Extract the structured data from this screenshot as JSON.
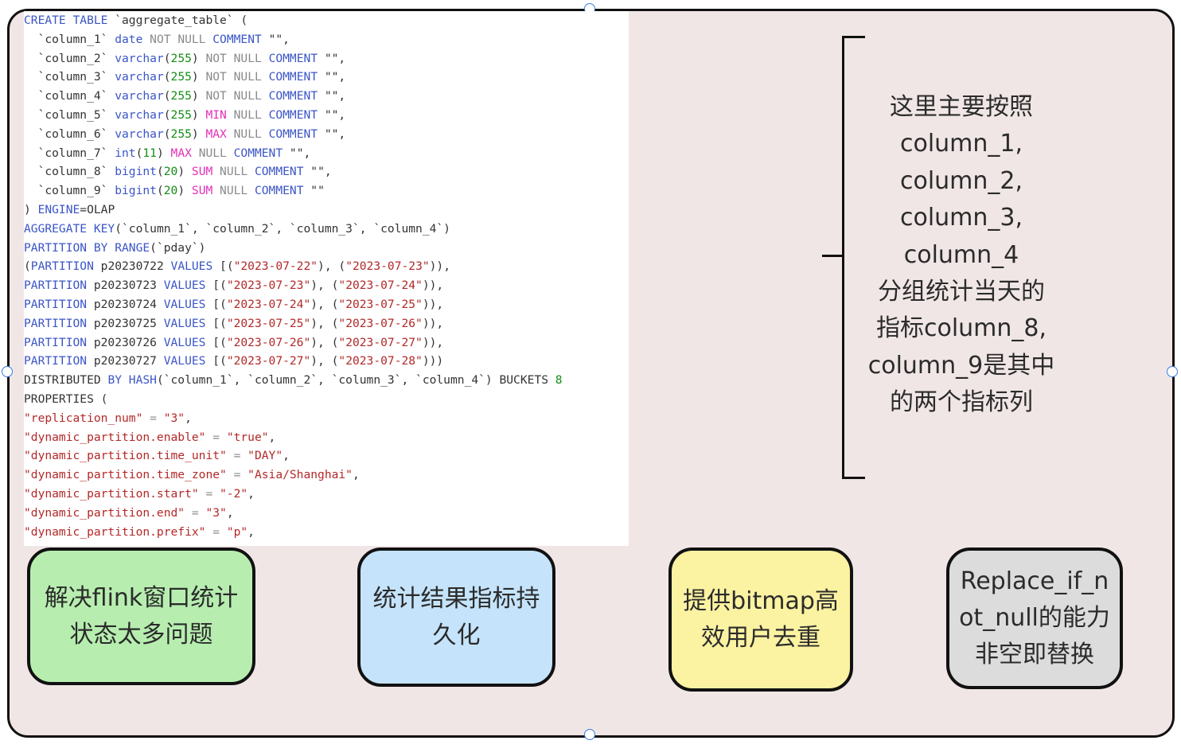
{
  "colors": {
    "frame_bg": "#f1e6e6",
    "keyword": "#3b55c6",
    "string": "#b32828",
    "agg_func": "#e32fb8",
    "dim": "#8a8a8a",
    "number": "#148c14",
    "plain": "#333333",
    "box_green": "#b7eeb0",
    "box_blue": "#c5e4fb",
    "box_yellow": "#fbf2a2",
    "box_gray": "#dcdcdc"
  },
  "code_lines": [
    [
      [
        "k",
        "CREATE TABLE"
      ],
      [
        "p",
        " `aggregate_table` ("
      ]
    ],
    [
      [
        "p",
        "  `column_1` "
      ],
      [
        "k",
        "date"
      ],
      [
        "d",
        " NOT NULL "
      ],
      [
        "k",
        "COMMENT"
      ],
      [
        "p",
        " \"\","
      ]
    ],
    [
      [
        "p",
        "  `column_2` "
      ],
      [
        "k",
        "varchar"
      ],
      [
        "p",
        "("
      ],
      [
        "n",
        "255"
      ],
      [
        "p",
        ") "
      ],
      [
        "d",
        "NOT NULL "
      ],
      [
        "k",
        "COMMENT"
      ],
      [
        "p",
        " \"\","
      ]
    ],
    [
      [
        "p",
        "  `column_3` "
      ],
      [
        "k",
        "varchar"
      ],
      [
        "p",
        "("
      ],
      [
        "n",
        "255"
      ],
      [
        "p",
        ") "
      ],
      [
        "d",
        "NOT NULL "
      ],
      [
        "k",
        "COMMENT"
      ],
      [
        "p",
        " \"\","
      ]
    ],
    [
      [
        "p",
        "  `column_4` "
      ],
      [
        "k",
        "varchar"
      ],
      [
        "p",
        "("
      ],
      [
        "n",
        "255"
      ],
      [
        "p",
        ") "
      ],
      [
        "d",
        "NOT NULL "
      ],
      [
        "k",
        "COMMENT"
      ],
      [
        "p",
        " \"\","
      ]
    ],
    [
      [
        "p",
        "  `column_5` "
      ],
      [
        "k",
        "varchar"
      ],
      [
        "p",
        "("
      ],
      [
        "n",
        "255"
      ],
      [
        "p",
        ") "
      ],
      [
        "m",
        "MIN"
      ],
      [
        "d",
        " NULL "
      ],
      [
        "k",
        "COMMENT"
      ],
      [
        "p",
        " \"\","
      ]
    ],
    [
      [
        "p",
        "  `column_6` "
      ],
      [
        "k",
        "varchar"
      ],
      [
        "p",
        "("
      ],
      [
        "n",
        "255"
      ],
      [
        "p",
        ") "
      ],
      [
        "m",
        "MAX"
      ],
      [
        "d",
        " NULL "
      ],
      [
        "k",
        "COMMENT"
      ],
      [
        "p",
        " \"\","
      ]
    ],
    [
      [
        "p",
        "  `column_7` "
      ],
      [
        "k",
        "int"
      ],
      [
        "p",
        "("
      ],
      [
        "n",
        "11"
      ],
      [
        "p",
        ") "
      ],
      [
        "m",
        "MAX"
      ],
      [
        "d",
        " NULL "
      ],
      [
        "k",
        "COMMENT"
      ],
      [
        "p",
        " \"\","
      ]
    ],
    [
      [
        "p",
        "  `column_8` "
      ],
      [
        "k",
        "bigint"
      ],
      [
        "p",
        "("
      ],
      [
        "n",
        "20"
      ],
      [
        "p",
        ") "
      ],
      [
        "m",
        "SUM"
      ],
      [
        "d",
        " NULL "
      ],
      [
        "k",
        "COMMENT"
      ],
      [
        "p",
        " \"\","
      ]
    ],
    [
      [
        "p",
        "  `column_9` "
      ],
      [
        "k",
        "bigint"
      ],
      [
        "p",
        "("
      ],
      [
        "n",
        "20"
      ],
      [
        "p",
        ") "
      ],
      [
        "m",
        "SUM"
      ],
      [
        "d",
        " NULL "
      ],
      [
        "k",
        "COMMENT"
      ],
      [
        "p",
        " \"\""
      ]
    ],
    [
      [
        "p",
        ") "
      ],
      [
        "k",
        "ENGINE"
      ],
      [
        "p",
        "=OLAP"
      ]
    ],
    [
      [
        "k",
        "AGGREGATE KEY"
      ],
      [
        "p",
        "(`column_1`, `column_2`, `column_3`, `column_4`)"
      ]
    ],
    [
      [
        "k",
        "PARTITION BY RANGE"
      ],
      [
        "p",
        "(`pday`)"
      ]
    ],
    [
      [
        "p",
        "("
      ],
      [
        "k",
        "PARTITION"
      ],
      [
        "p",
        " p20230722 "
      ],
      [
        "k",
        "VALUES"
      ],
      [
        "p",
        " [("
      ],
      [
        "s",
        "\"2023-07-22\""
      ],
      [
        "p",
        "), ("
      ],
      [
        "s",
        "\"2023-07-23\""
      ],
      [
        "p",
        ")),"
      ]
    ],
    [
      [
        "k",
        "PARTITION"
      ],
      [
        "p",
        " p20230723 "
      ],
      [
        "k",
        "VALUES"
      ],
      [
        "p",
        " [("
      ],
      [
        "s",
        "\"2023-07-23\""
      ],
      [
        "p",
        "), ("
      ],
      [
        "s",
        "\"2023-07-24\""
      ],
      [
        "p",
        ")),"
      ]
    ],
    [
      [
        "k",
        "PARTITION"
      ],
      [
        "p",
        " p20230724 "
      ],
      [
        "k",
        "VALUES"
      ],
      [
        "p",
        " [("
      ],
      [
        "s",
        "\"2023-07-24\""
      ],
      [
        "p",
        "), ("
      ],
      [
        "s",
        "\"2023-07-25\""
      ],
      [
        "p",
        ")),"
      ]
    ],
    [
      [
        "k",
        "PARTITION"
      ],
      [
        "p",
        " p20230725 "
      ],
      [
        "k",
        "VALUES"
      ],
      [
        "p",
        " [("
      ],
      [
        "s",
        "\"2023-07-25\""
      ],
      [
        "p",
        "), ("
      ],
      [
        "s",
        "\"2023-07-26\""
      ],
      [
        "p",
        ")),"
      ]
    ],
    [
      [
        "k",
        "PARTITION"
      ],
      [
        "p",
        " p20230726 "
      ],
      [
        "k",
        "VALUES"
      ],
      [
        "p",
        " [("
      ],
      [
        "s",
        "\"2023-07-26\""
      ],
      [
        "p",
        "), ("
      ],
      [
        "s",
        "\"2023-07-27\""
      ],
      [
        "p",
        ")),"
      ]
    ],
    [
      [
        "k",
        "PARTITION"
      ],
      [
        "p",
        " p20230727 "
      ],
      [
        "k",
        "VALUES"
      ],
      [
        "p",
        " [("
      ],
      [
        "s",
        "\"2023-07-27\""
      ],
      [
        "p",
        "), ("
      ],
      [
        "s",
        "\"2023-07-28\""
      ],
      [
        "p",
        ")))"
      ]
    ],
    [
      [
        "p",
        "DISTRIBUTED "
      ],
      [
        "k",
        "BY HASH"
      ],
      [
        "p",
        "(`column_1`, `column_2`, `column_3`, `column_4`) BUCKETS "
      ],
      [
        "n",
        "8"
      ]
    ],
    [
      [
        "p",
        "PROPERTIES ("
      ]
    ],
    [
      [
        "s",
        "\"replication_num\""
      ],
      [
        "d",
        " = "
      ],
      [
        "s",
        "\"3\""
      ],
      [
        "p",
        ","
      ]
    ],
    [
      [
        "s",
        "\"dynamic_partition.enable\""
      ],
      [
        "d",
        " = "
      ],
      [
        "s",
        "\"true\""
      ],
      [
        "p",
        ","
      ]
    ],
    [
      [
        "s",
        "\"dynamic_partition.time_unit\""
      ],
      [
        "d",
        " = "
      ],
      [
        "s",
        "\"DAY\""
      ],
      [
        "p",
        ","
      ]
    ],
    [
      [
        "s",
        "\"dynamic_partition.time_zone\""
      ],
      [
        "d",
        " = "
      ],
      [
        "s",
        "\"Asia/Shanghai\""
      ],
      [
        "p",
        ","
      ]
    ],
    [
      [
        "s",
        "\"dynamic_partition.start\""
      ],
      [
        "d",
        " = "
      ],
      [
        "s",
        "\"-2\""
      ],
      [
        "p",
        ","
      ]
    ],
    [
      [
        "s",
        "\"dynamic_partition.end\""
      ],
      [
        "d",
        " = "
      ],
      [
        "s",
        "\"3\""
      ],
      [
        "p",
        ","
      ]
    ],
    [
      [
        "s",
        "\"dynamic_partition.prefix\""
      ],
      [
        "d",
        " = "
      ],
      [
        "s",
        "\"p\""
      ],
      [
        "p",
        ","
      ]
    ]
  ],
  "annotation": {
    "lines": [
      "这里主要按照",
      "column_1,",
      "column_2,",
      "column_3,",
      "column_4",
      "分组统计当天的",
      "指标column_8,",
      "column_9是其中",
      "的两个指标列"
    ]
  },
  "boxes": [
    {
      "lines": [
        "解决flink窗口统计",
        "状态太多问题"
      ],
      "color": "#b7eeb0"
    },
    {
      "lines": [
        "统计结果指标持",
        "久化"
      ],
      "color": "#c5e4fb"
    },
    {
      "lines": [
        "提供bitmap高",
        "效用户去重"
      ],
      "color": "#fbf2a2"
    },
    {
      "lines": [
        "Replace_if_n",
        "ot_null的能力",
        "非空即替换"
      ],
      "color": "#dcdcdc"
    }
  ]
}
